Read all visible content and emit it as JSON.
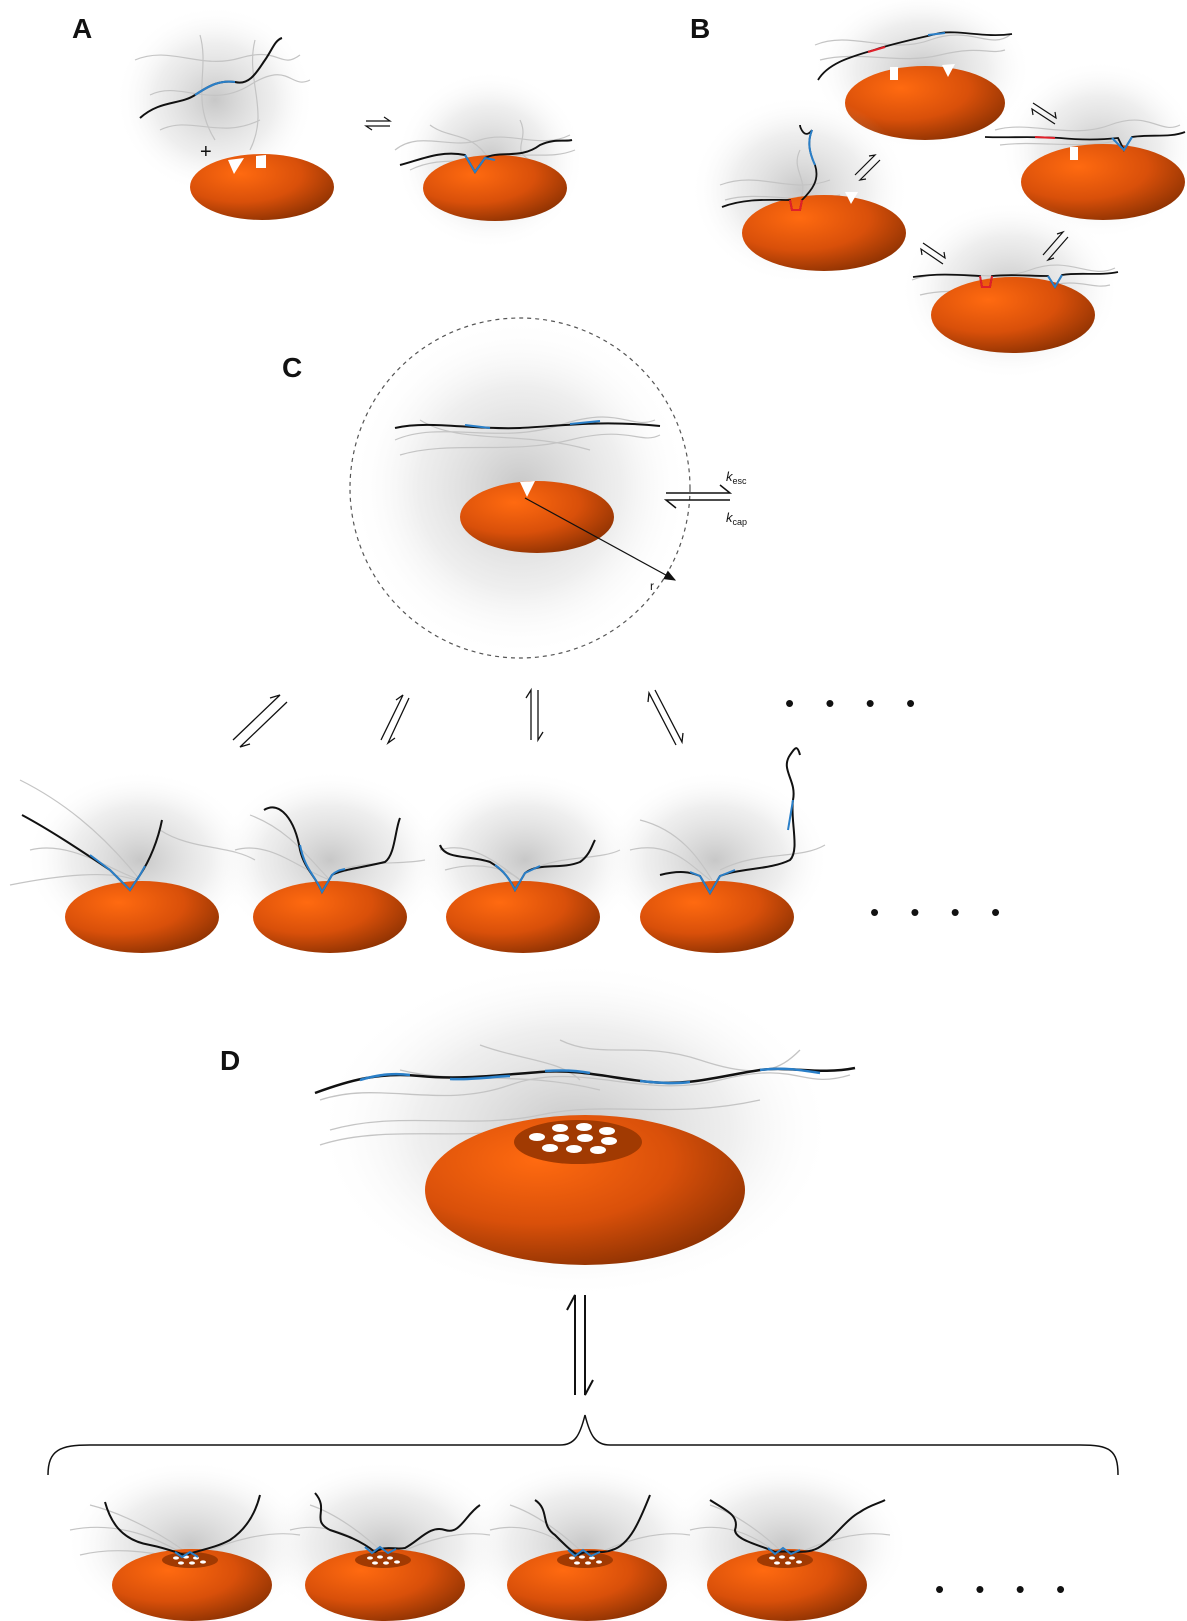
{
  "panels": {
    "a": {
      "label": "A",
      "plus": "+"
    },
    "b": {
      "label": "B"
    },
    "c": {
      "label": "C",
      "k_esc": "k",
      "k_esc_sub": "esc",
      "k_cap": "k",
      "k_cap_sub": "cap",
      "radius_label": "r",
      "ellipsis": "• • • •"
    },
    "d": {
      "label": "D",
      "ellipsis": "• • • •"
    }
  },
  "colors": {
    "protein_light": "#ff6a10",
    "protein_dark": "#7a2a00",
    "chain_black": "#111111",
    "chain_blue": "#2a7fc8",
    "chain_red": "#e0202a",
    "chain_gray": "#c4c4c4",
    "halo": "#9a9a9a"
  }
}
